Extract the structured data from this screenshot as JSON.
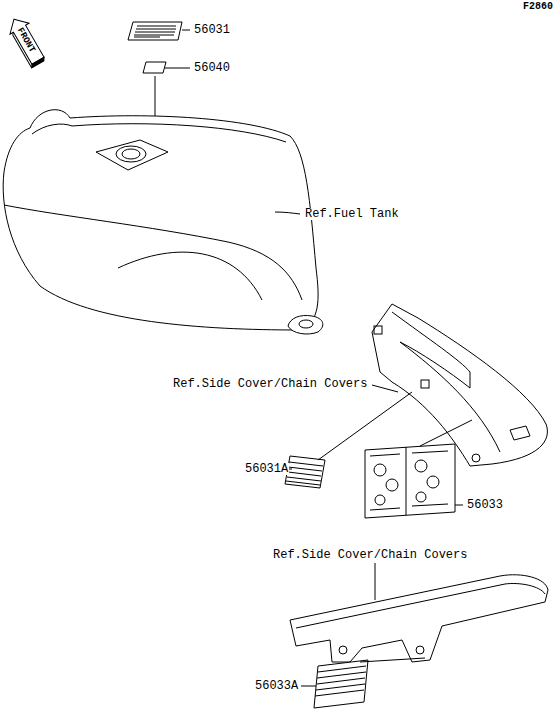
{
  "diagram": {
    "labels": [
      "F2860",
      "FRONT",
      "56031",
      "56040",
      "Ref.Fuel Tank",
      "Ref.Side Cover/Chain Covers",
      "56031A",
      "56033",
      "Ref.Side Cover/Chain Covers",
      "56033A"
    ]
  }
}
